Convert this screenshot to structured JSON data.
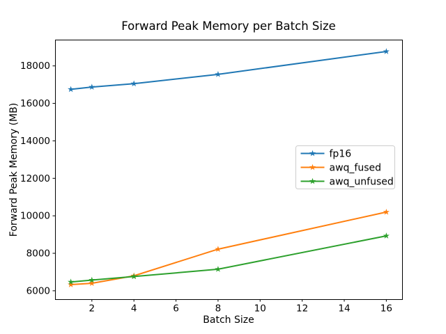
{
  "chart_data": {
    "type": "line",
    "title": "Forward Peak Memory per Batch Size",
    "xlabel": "Batch Size",
    "ylabel": "Forward Peak Memory (MB)",
    "x": [
      1,
      2,
      4,
      8,
      16
    ],
    "series": [
      {
        "name": "fp16",
        "color": "#1f77b4",
        "marker": "star",
        "values": [
          16750,
          16870,
          17050,
          17550,
          18770
        ]
      },
      {
        "name": "awq_fused",
        "color": "#ff7f0e",
        "marker": "star",
        "values": [
          6330,
          6400,
          6800,
          8220,
          10200
        ]
      },
      {
        "name": "awq_unfused",
        "color": "#2ca02c",
        "marker": "star",
        "values": [
          6470,
          6570,
          6760,
          7150,
          8930
        ]
      }
    ],
    "xticks": [
      2,
      4,
      6,
      8,
      10,
      12,
      14,
      16
    ],
    "yticks": [
      6000,
      8000,
      10000,
      12000,
      14000,
      16000,
      18000
    ],
    "xlim": [
      0.25,
      16.75
    ],
    "ylim": [
      5550,
      19400
    ],
    "grid": false,
    "legend_position": "center right",
    "legend_border_color": "#cccccc",
    "spine_color": "#000000"
  }
}
